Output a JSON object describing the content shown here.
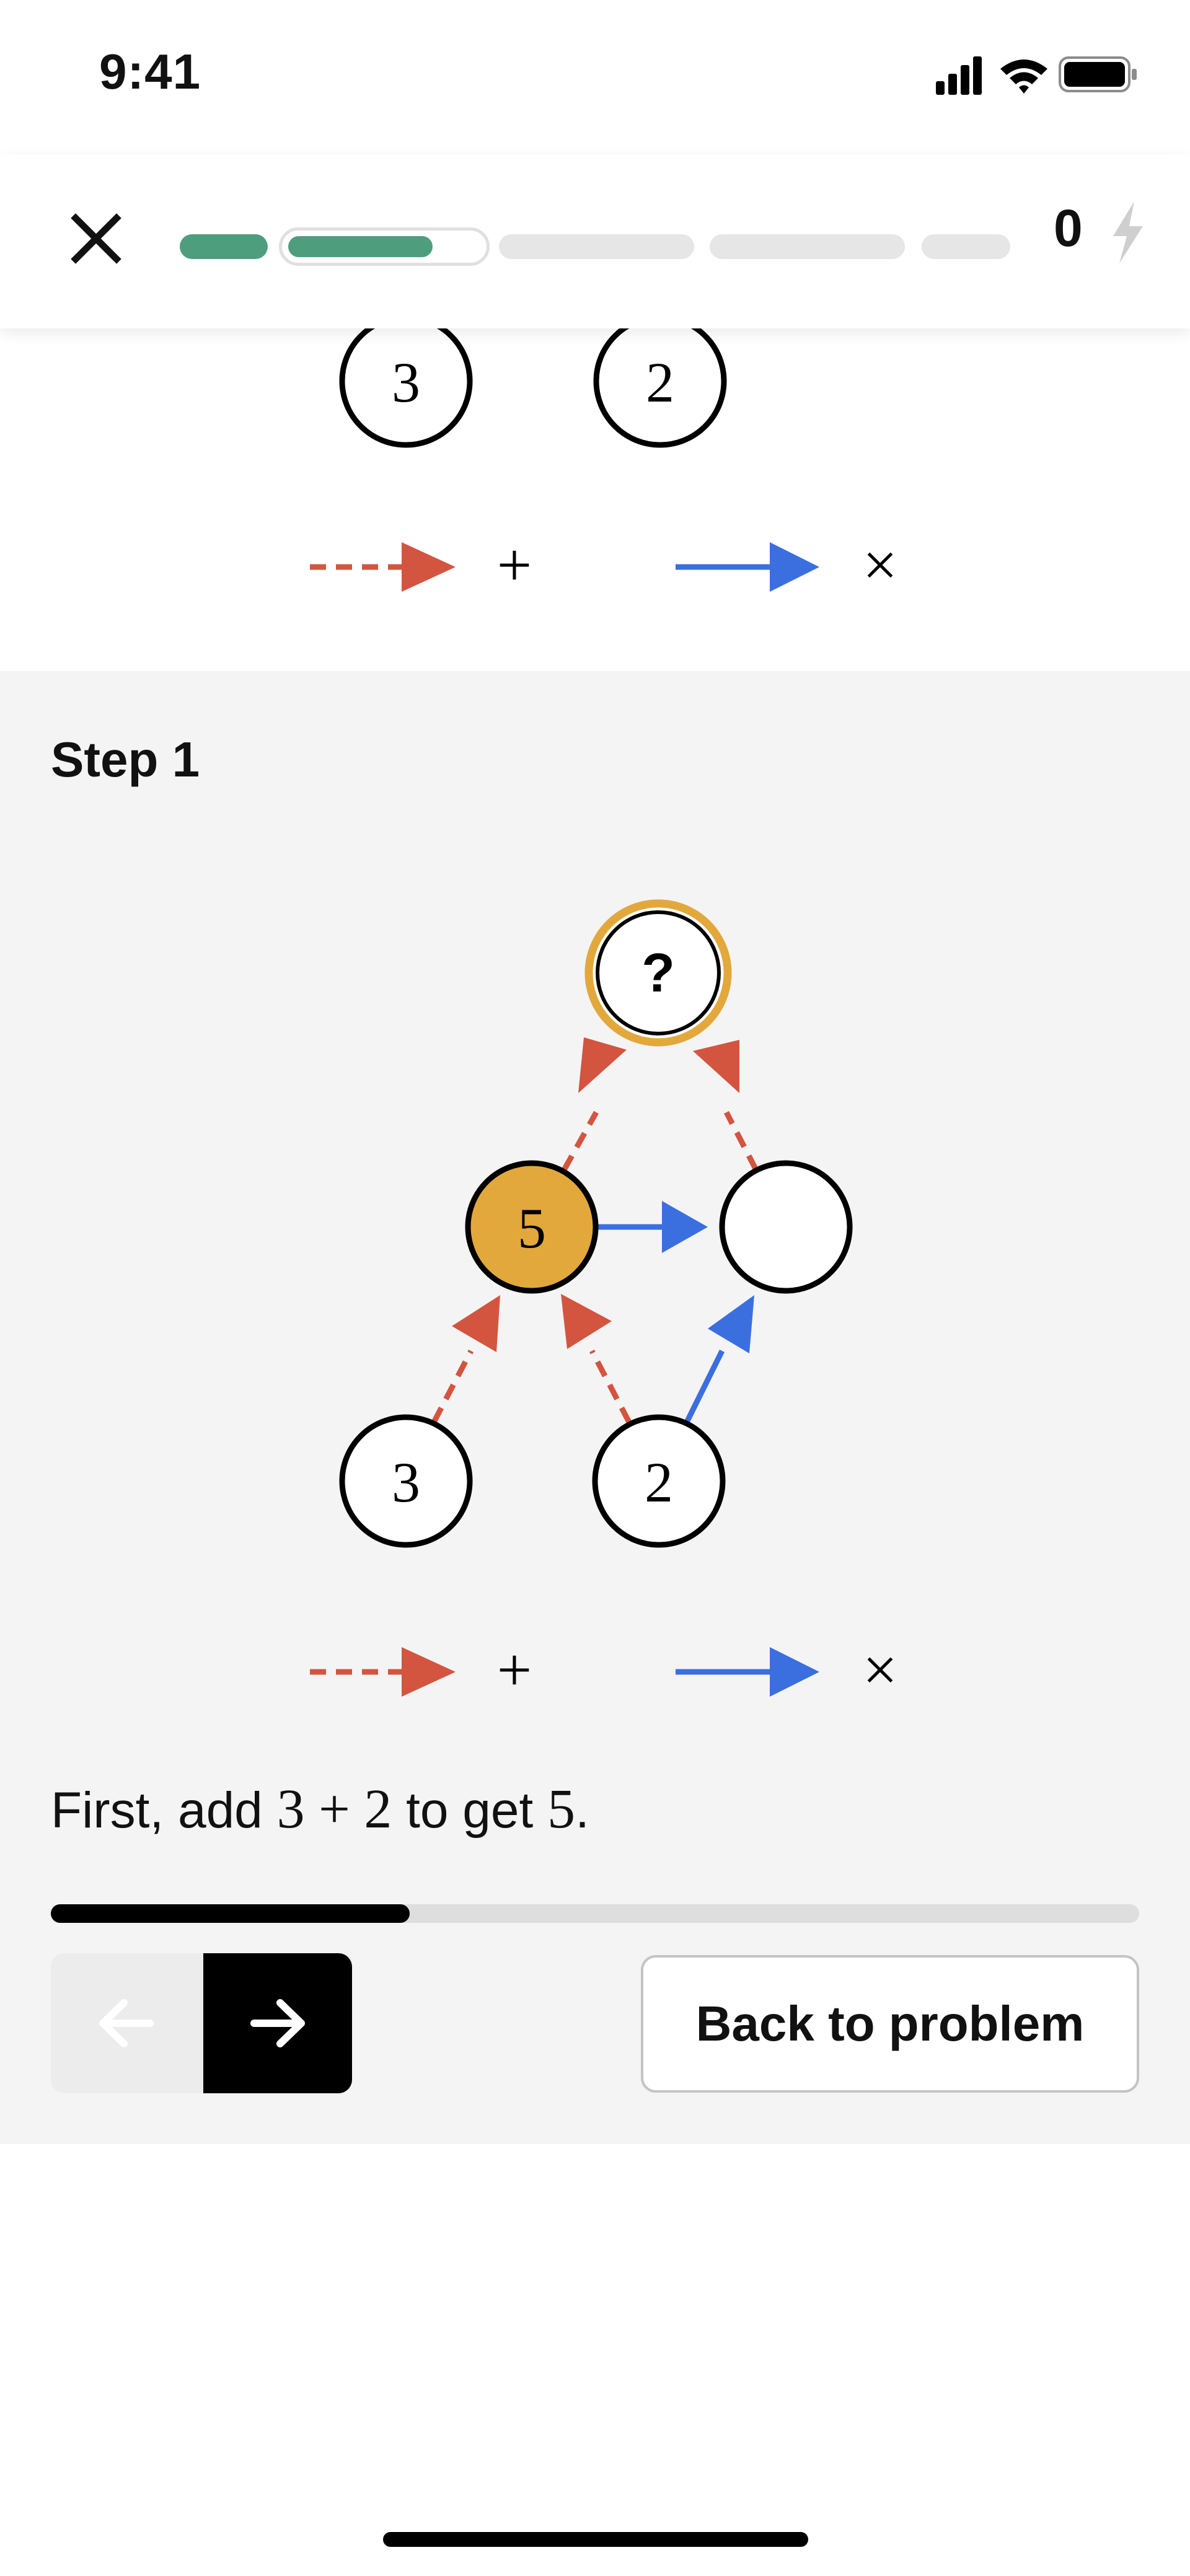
{
  "status_bar": {
    "time": "9:41"
  },
  "header": {
    "lesson_progress": {
      "segments": 5,
      "completed": 1,
      "current_index": 1,
      "current_fill_fraction": 0.75
    },
    "streak_count": "0"
  },
  "top_diagram": {
    "nodes": [
      "3",
      "2"
    ],
    "legend": {
      "dashed_arrow_op": "+",
      "solid_arrow_op": "×"
    }
  },
  "step": {
    "title": "Step 1",
    "diagram": {
      "top_node": "?",
      "middle_left_node": "5",
      "middle_right_node": "",
      "bottom_left_node": "3",
      "bottom_right_node": "2"
    },
    "legend": {
      "dashed_arrow_op": "+",
      "solid_arrow_op": "×"
    },
    "explanation": {
      "prefix": "First, add",
      "expression": "3 + 2",
      "middle": "to get",
      "result": "5",
      "suffix": "."
    },
    "progress_fraction": 0.33,
    "back_button_label": "Back to problem"
  },
  "colors": {
    "add_arrow": "#d3553f",
    "multiply_arrow": "#3b6fe0",
    "highlight_fill": "#e3a83c",
    "done_progress": "#4e9e7e"
  },
  "icons": {
    "close": "close-icon",
    "lightning": "lightning-icon",
    "previous": "arrow-left-icon",
    "next": "arrow-right-icon"
  }
}
